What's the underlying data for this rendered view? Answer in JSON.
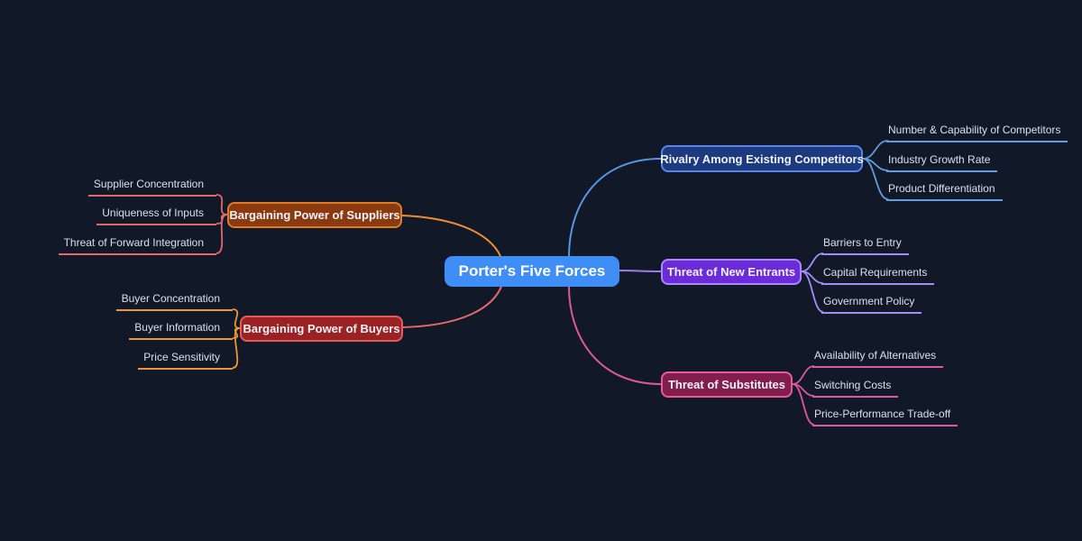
{
  "app": {
    "type": "mindmap",
    "background": "#111928"
  },
  "root": {
    "label": "Porter's Five Forces",
    "fill": "#3f8df6",
    "text_color": "#ffffff"
  },
  "branches": [
    {
      "id": "rivalry",
      "label": "Rivalry Among Existing Competitors",
      "fill": "#1e3a7e",
      "border": "#5585ec",
      "edge_color": "#5896e3",
      "leaf_color": "#5f9ee0",
      "children": [
        "Number & Capability of Competitors",
        "Industry Growth Rate",
        "Product Differentiation"
      ]
    },
    {
      "id": "new-entrants",
      "label": "Threat of New Entrants",
      "fill": "#6c2bd9",
      "border": "#a78bfa",
      "edge_color": "#9a7df0",
      "leaf_color": "#a78bfa",
      "children": [
        "Barriers to Entry",
        "Capital Requirements",
        "Government Policy"
      ]
    },
    {
      "id": "substitutes",
      "label": "Threat of Substitutes",
      "fill": "#831d4b",
      "border": "#e85a9c",
      "edge_color": "#e1569c",
      "leaf_color": "#e1569c",
      "children": [
        "Availability of Alternatives",
        "Switching Costs",
        "Price-Performance Trade-off"
      ]
    },
    {
      "id": "suppliers",
      "label": "Bargaining Power of Suppliers",
      "fill": "#8b3a10",
      "border": "#e07b26",
      "edge_color": "#ef8e35",
      "leaf_color": "#e26969",
      "children": [
        "Supplier Concentration",
        "Uniqueness of Inputs",
        "Threat of Forward Integration"
      ]
    },
    {
      "id": "buyers",
      "label": "Bargaining Power of Buyers",
      "fill": "#9b2222",
      "border": "#e35d5d",
      "edge_color": "#e26969",
      "leaf_color": "#ef9434",
      "children": [
        "Buyer Concentration",
        "Buyer Information",
        "Price Sensitivity"
      ]
    }
  ]
}
